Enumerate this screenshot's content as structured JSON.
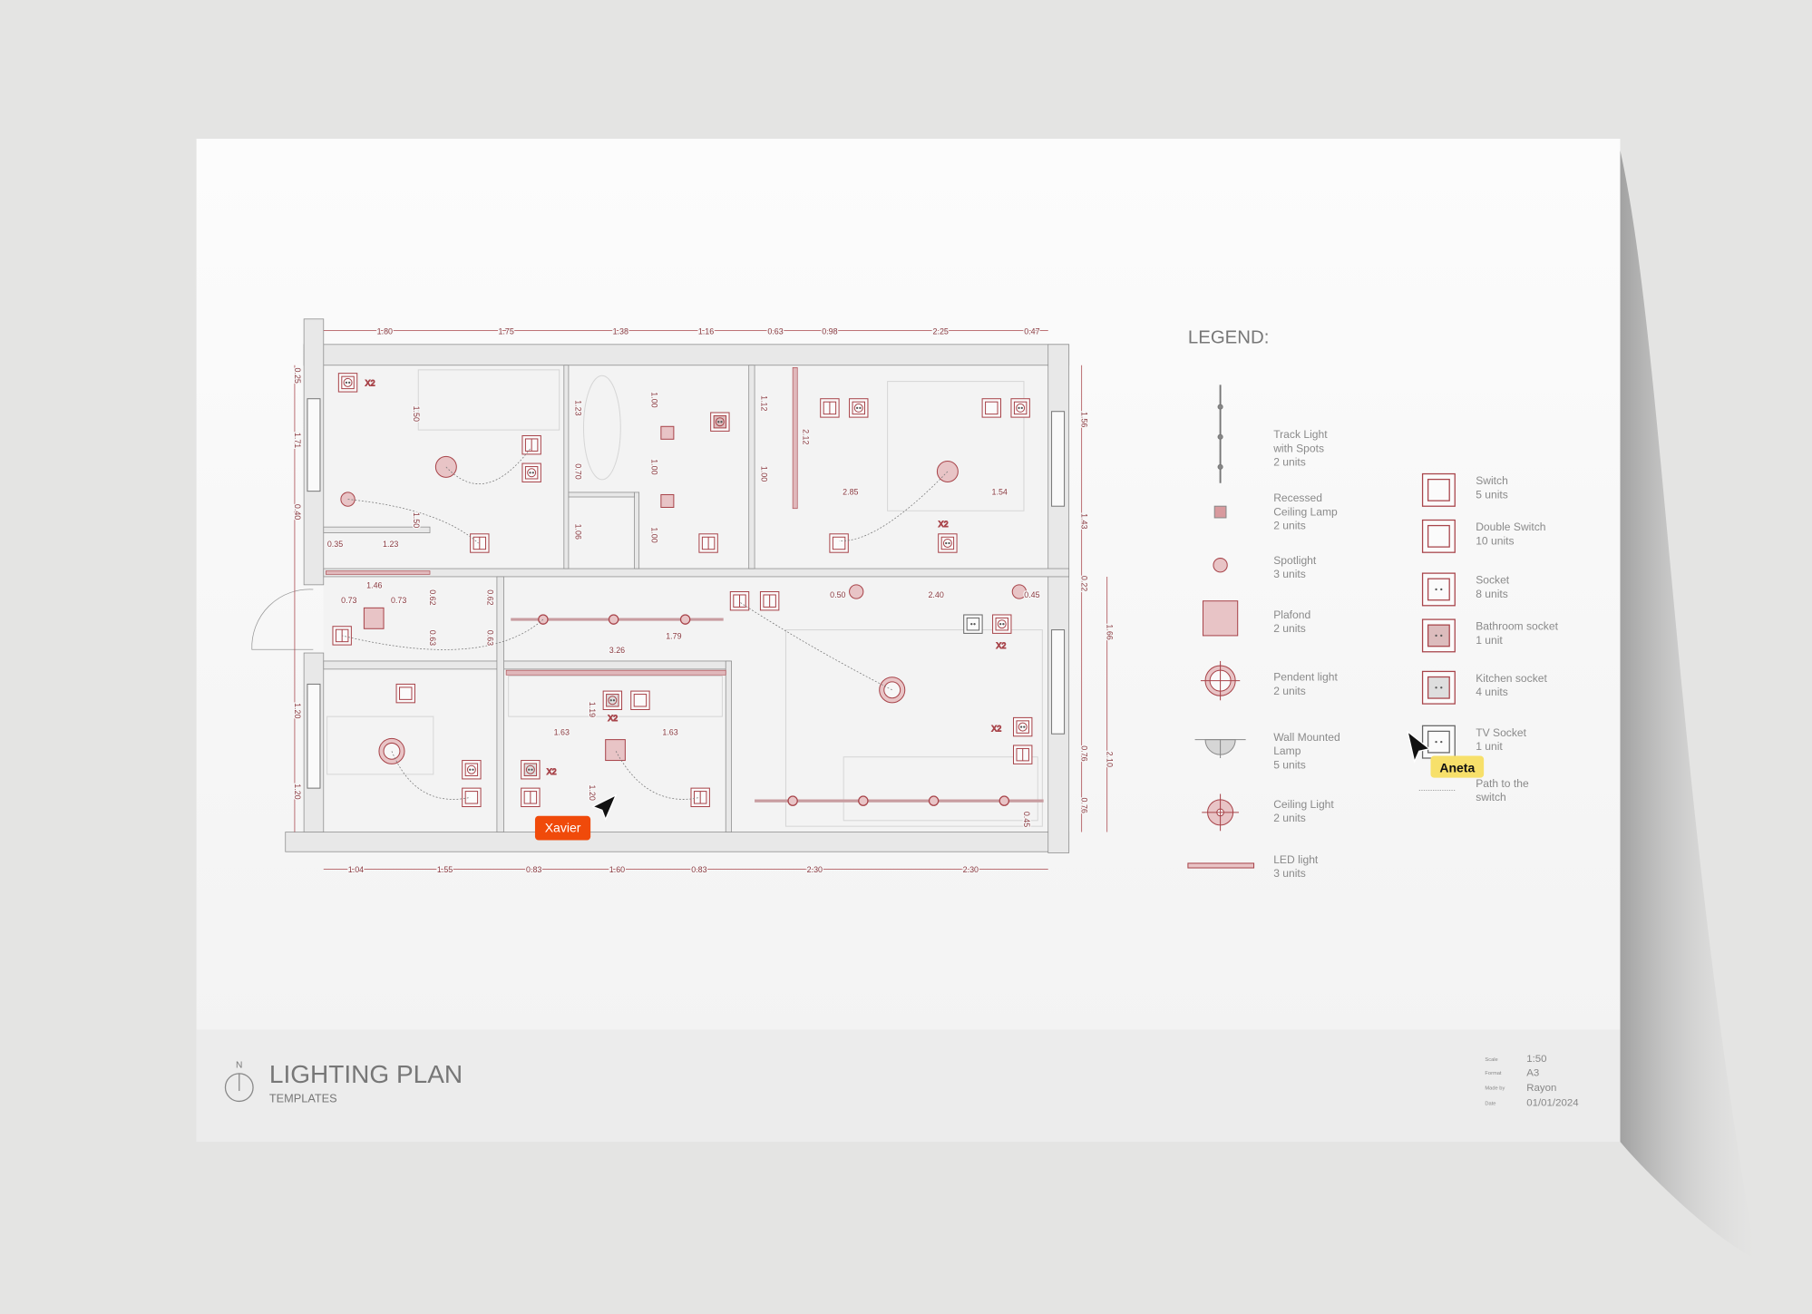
{
  "colors": {
    "accent_line": "#a8444a",
    "fixture_fill": "#e8c4c6",
    "xavier_tag": "#f04a0a",
    "aneta_tag": "#f7e06a",
    "paper": "#f7f7f7",
    "footer": "#ececec"
  },
  "legend": {
    "title": "LEGEND:",
    "left": [
      {
        "icon": "track-light",
        "lines": [
          "Track Light",
          "with Spots"
        ],
        "units": "2 units"
      },
      {
        "icon": "recessed-ceiling-lamp",
        "lines": [
          "Recessed",
          "Ceiling Lamp"
        ],
        "units": "2 units"
      },
      {
        "icon": "spotlight",
        "lines": [
          "Spotlight"
        ],
        "units": "3 units"
      },
      {
        "icon": "plafond",
        "lines": [
          "Plafond"
        ],
        "units": "2 units"
      },
      {
        "icon": "pendent-light",
        "lines": [
          "Pendent light"
        ],
        "units": "2 units"
      },
      {
        "icon": "wall-mounted-lamp",
        "lines": [
          "Wall Mounted",
          "Lamp"
        ],
        "units": "5 units"
      },
      {
        "icon": "ceiling-light",
        "lines": [
          "Ceiling Light"
        ],
        "units": "2 units"
      },
      {
        "icon": "led-light",
        "lines": [
          "LED light"
        ],
        "units": "3 units"
      }
    ],
    "right": [
      {
        "icon": "switch",
        "lines": [
          "Switch"
        ],
        "units": "5 units"
      },
      {
        "icon": "double-switch",
        "lines": [
          "Double Switch"
        ],
        "units": "10 units"
      },
      {
        "icon": "socket",
        "lines": [
          "Socket"
        ],
        "units": "8 units"
      },
      {
        "icon": "bathroom-socket",
        "lines": [
          "Bathroom socket"
        ],
        "units": "1 unit"
      },
      {
        "icon": "kitchen-socket",
        "lines": [
          "Kitchen socket"
        ],
        "units": "4 units"
      },
      {
        "icon": "tv-socket",
        "lines": [
          "TV Socket"
        ],
        "units": "1 unit"
      },
      {
        "icon": "path-to-switch",
        "lines": [
          "Path to the",
          "switch"
        ],
        "units": ""
      }
    ]
  },
  "plan": {
    "dimensions": [
      "1.80",
      "1.75",
      "1.38",
      "1.16",
      "0.63",
      "0.98",
      "2.25",
      "0.47",
      "1.04",
      "1.55",
      "0.83",
      "1.60",
      "0.83",
      "2.30",
      "2.30",
      "0.25",
      "1.71",
      "0.40",
      "1.20",
      "1.20",
      "1.50",
      "1.50",
      "1.23",
      "0.70",
      "1.06",
      "1.00",
      "1.00",
      "1.00",
      "1.12",
      "2.12",
      "1.00",
      "2.85",
      "1.54",
      "0.35",
      "1.23",
      "1.46",
      "0.73",
      "0.73",
      "0.62",
      "0.63",
      "0.62",
      "0.63",
      "1.79",
      "3.26",
      "1.19",
      "1.63",
      "1.63",
      "1.20",
      "0.50",
      "2.40",
      "0.45",
      "0.22",
      "1.56",
      "1.43",
      "1.66",
      "2.10",
      "0.76",
      "0.76",
      "0.45"
    ],
    "multiplier_labels": [
      "X2",
      "X2",
      "X2",
      "X2",
      "X2",
      "X2"
    ]
  },
  "title_block": {
    "north": "N",
    "title": "LIGHTING PLAN",
    "subtitle": "TEMPLATES",
    "meta": [
      {
        "label": "Scale",
        "value": "1:50"
      },
      {
        "label": "Format",
        "value": "A3"
      },
      {
        "label": "Made by",
        "value": "Rayon"
      },
      {
        "label": "Date",
        "value": "01/01/2024"
      }
    ]
  },
  "cursors": [
    {
      "name": "Xavier"
    },
    {
      "name": "Aneta"
    }
  ]
}
